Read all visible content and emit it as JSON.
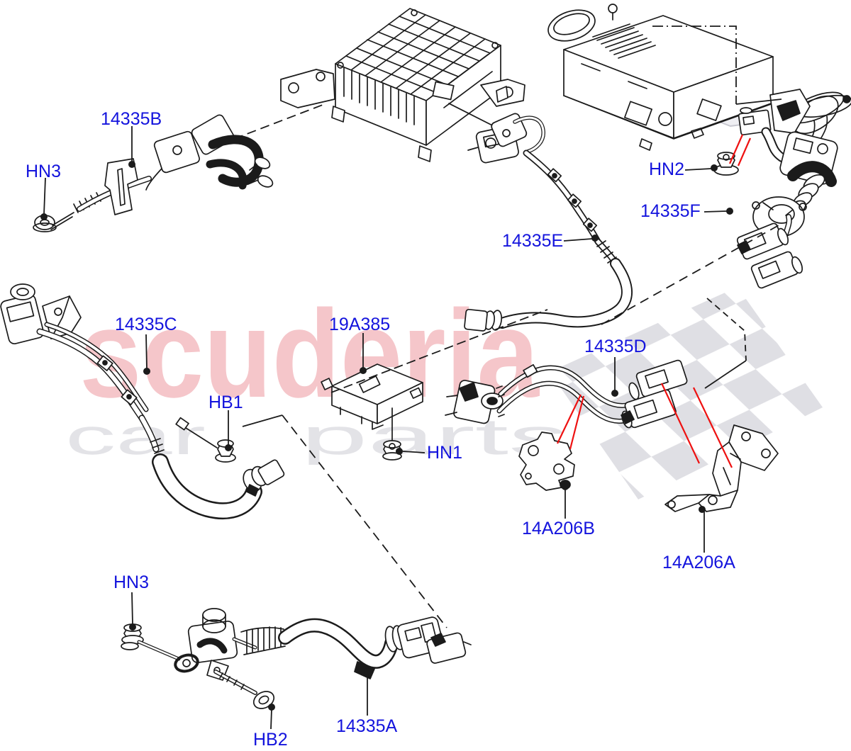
{
  "diagram": {
    "kind": "exploded-parts-diagram",
    "subject": "hybrid battery high-voltage battery cables"
  },
  "watermark": {
    "brand": "scuderia",
    "sub_word1": "car",
    "sub_word2": "parts",
    "brand_color": "#f5c6ca",
    "sub_color": "#e3e3e7",
    "flag_color": "#dfdfe4"
  },
  "colors": {
    "callout_blue": "#1414dd",
    "line_black": "#1b1b1b",
    "arrow_red": "#ee1111",
    "background": "#ffffff"
  },
  "callouts": [
    {
      "id": "14335B",
      "text": "14335B"
    },
    {
      "id": "HN3-top",
      "text": "HN3"
    },
    {
      "id": "HN2",
      "text": "HN2"
    },
    {
      "id": "14335F",
      "text": "14335F"
    },
    {
      "id": "14335E",
      "text": "14335E"
    },
    {
      "id": "14335C",
      "text": "14335C"
    },
    {
      "id": "19A385",
      "text": "19A385"
    },
    {
      "id": "14335D",
      "text": "14335D"
    },
    {
      "id": "HB1",
      "text": "HB1"
    },
    {
      "id": "HN1",
      "text": "HN1"
    },
    {
      "id": "14A206B",
      "text": "14A206B"
    },
    {
      "id": "14A206A",
      "text": "14A206A"
    },
    {
      "id": "HN3-bottom",
      "text": "HN3"
    },
    {
      "id": "HB2",
      "text": "HB2"
    },
    {
      "id": "14335A",
      "text": "14335A"
    }
  ]
}
